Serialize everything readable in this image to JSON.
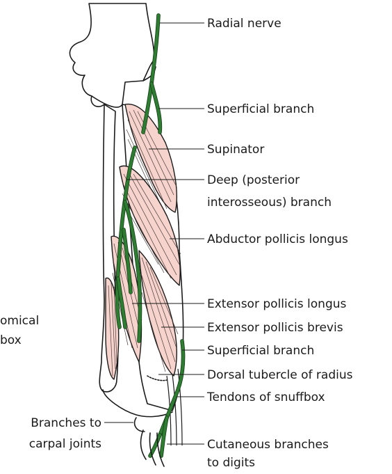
{
  "colors": {
    "nerve": "#2f7d32",
    "muscle": "#f6d3cc",
    "outline": "#1a1a1a",
    "background": "#ffffff"
  },
  "labels": {
    "radial_nerve": "Radial nerve",
    "superficial_branch_upper": "Superficial branch",
    "supinator": "Supinator",
    "deep_branch_line1": "Deep (posterior",
    "deep_branch_line2": "interosseous) branch",
    "abductor_pollicis_longus": "Abductor pollicis longus",
    "extensor_pollicis_longus": "Extensor pollicis longus",
    "extensor_pollicis_brevis": "Extensor pollicis brevis",
    "superficial_branch_lower": "Superficial branch",
    "dorsal_tubercle": "Dorsal tubercle of radius",
    "tendons_snuffbox": "Tendons of snuffbox",
    "cutaneous_line1": "Cutaneous branches",
    "cutaneous_line2": "to digits",
    "carpal_line1": "Branches to",
    "carpal_line2": "carpal joints",
    "snuffbox_line1": "omical",
    "snuffbox_line2": "box"
  }
}
